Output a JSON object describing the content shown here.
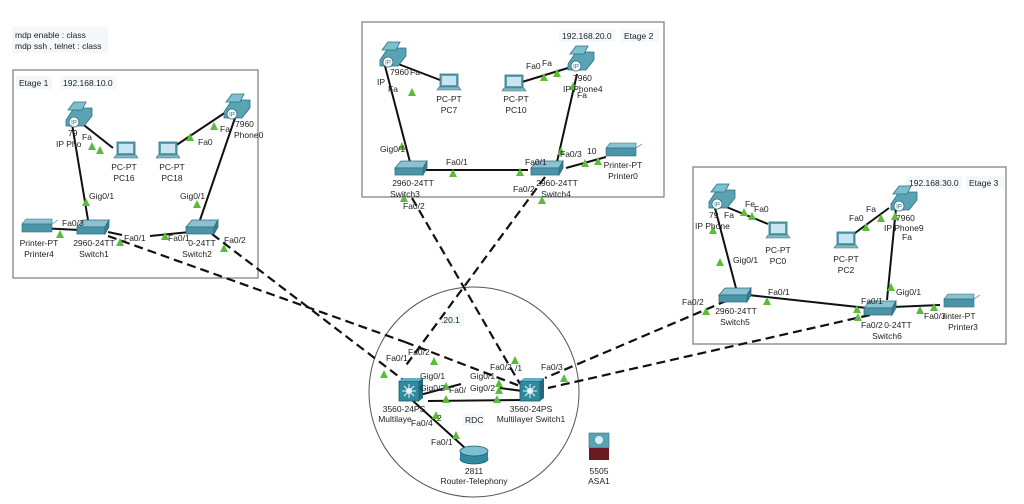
{
  "note": {
    "lines": [
      "mdp enable : class",
      "mdp ssh , telnet : class"
    ]
  },
  "areas": {
    "etage1": {
      "name": "Etage 1",
      "network": "192.168.10.0"
    },
    "etage2": {
      "name": "Etage 2",
      "network": "192.168.20.0"
    },
    "etage3": {
      "name": "Etage 3",
      "network": "192.168.30.0"
    },
    "rdc": {
      "name": "RDC",
      "ip_note": ".20.1"
    }
  },
  "devices": {
    "ipphone_e1a": {
      "model": "79",
      "name": "IP Pho"
    },
    "ipphone_e1b": {
      "model": "7960",
      "name": "Phone0"
    },
    "pc16": {
      "model": "PC-PT",
      "name": "PC16"
    },
    "pc18": {
      "model": "PC-PT",
      "name": "PC18"
    },
    "printer4": {
      "model": "Printer-PT",
      "name": "Printer4"
    },
    "switch1": {
      "model": "2960-24TT",
      "name": "Switch1"
    },
    "switch2": {
      "model": "0-24TT",
      "name": "Switch2"
    },
    "ipphone_e2a": {
      "model": "7960",
      "name": "IP"
    },
    "ipphone_e2b": {
      "model": "7960",
      "name": "IP Phone4"
    },
    "pc7": {
      "model": "PC-PT",
      "name": "PC7"
    },
    "pc10": {
      "model": "PC-PT",
      "name": "PC10"
    },
    "printer0": {
      "model": "Printer-PT",
      "name": "Printer0"
    },
    "switch3": {
      "model": "2960-24TT",
      "name": "Switch3"
    },
    "switch4": {
      "model": "2960-24TT",
      "name": "Switch4"
    },
    "ipphone_e3a": {
      "model": "79",
      "name": "IP Phone"
    },
    "ipphone_e3b": {
      "model": "7960",
      "name": "IP Phone9"
    },
    "pc0": {
      "model": "PC-PT",
      "name": "PC0"
    },
    "pc2": {
      "model": "PC-PT",
      "name": "PC2"
    },
    "printer3": {
      "model": "rinter-PT",
      "name": "Printer3"
    },
    "switch5": {
      "model": "2960-24TT",
      "name": "Switch5"
    },
    "switch6": {
      "model": "0-24TT",
      "name": "Switch6"
    },
    "mls0": {
      "model": "3560-24PS",
      "name": "Multilaye"
    },
    "mls1": {
      "model": "3560-24PS",
      "name": "Multilayer Switch1"
    },
    "router": {
      "model": "2811",
      "name": "Router-Telephony"
    },
    "asa": {
      "model": "5505",
      "name": "ASA1"
    }
  },
  "ports": {
    "e1_ph_a_fa": "Fa",
    "e1_ph_b_fa": "Fa",
    "e1_pc18_fa0": "Fa0",
    "e1_sw1_gig": "Gig0/1",
    "e1_sw2_gig": "Gig0/1",
    "e1_sw1_fa03": "Fa0/3",
    "e1_sw1_fa01": "Fa0/1",
    "e1_sw2_fa01": "Fa0/1",
    "e1_sw2_fa02": "Fa0/2",
    "e2_ph_a_fa": "Fa",
    "e2_ph_a_fa2": "Fa",
    "e2_pc10_fa0": "Fa0",
    "e2_ph_b_fa": "Fa",
    "e2_ph_b_fa2": "Fa",
    "e2_sw3_gig": "Gig0/1",
    "e2_sw3_fa01": "Fa0/1",
    "e2_sw4_fa01": "Fa0/1",
    "e2_sw4_fa03": "Fa0/3",
    "e2_pr0_port": "10",
    "e2_sw4_fa02": "Fa0/2",
    "e2_sw3_fa02": "Fa0/2",
    "e3_ph_a_fa": "Fa",
    "e3_pc0_fa0": "Fa0",
    "e3_ph_a_fe": "Fe",
    "e3_pc2_fa0": "Fa0",
    "e3_ph_b_fa": "Fa",
    "e3_ph_b_fa2": "Fa",
    "e3_sw5_gig": "Gig0/1",
    "e3_sw6_gig": "Gig0/1",
    "e3_sw5_fa02": "Fa0/2",
    "e3_sw5_fa01": "Fa0/1",
    "e3_sw6_fa01": "Fa0/1",
    "e3_sw6_fa02": "Fa0/2",
    "e3_sw6_fa03": "Fa0/3",
    "r_mls0_fa01": "Fa0/1",
    "r_mls0_fa02": "Fa0/2",
    "r_mls0_gig01": "Gig0/1",
    "r_mls0_gig02": "Gig0/2",
    "r_mls0_fa04": "Fa0/4",
    "r_mls0_fa0": "Fa0/",
    "r_mls1_gig01": "Gig0/1",
    "r_mls1_gig02": "Gig0/2",
    "r_mls1_fa02": "Fa0/2",
    "r_mls1_fa1": "/1",
    "r_mls1_fa03": "Fa0/3",
    "r_router_fa01": "Fa0/1",
    "r_mls0_2": "2"
  }
}
